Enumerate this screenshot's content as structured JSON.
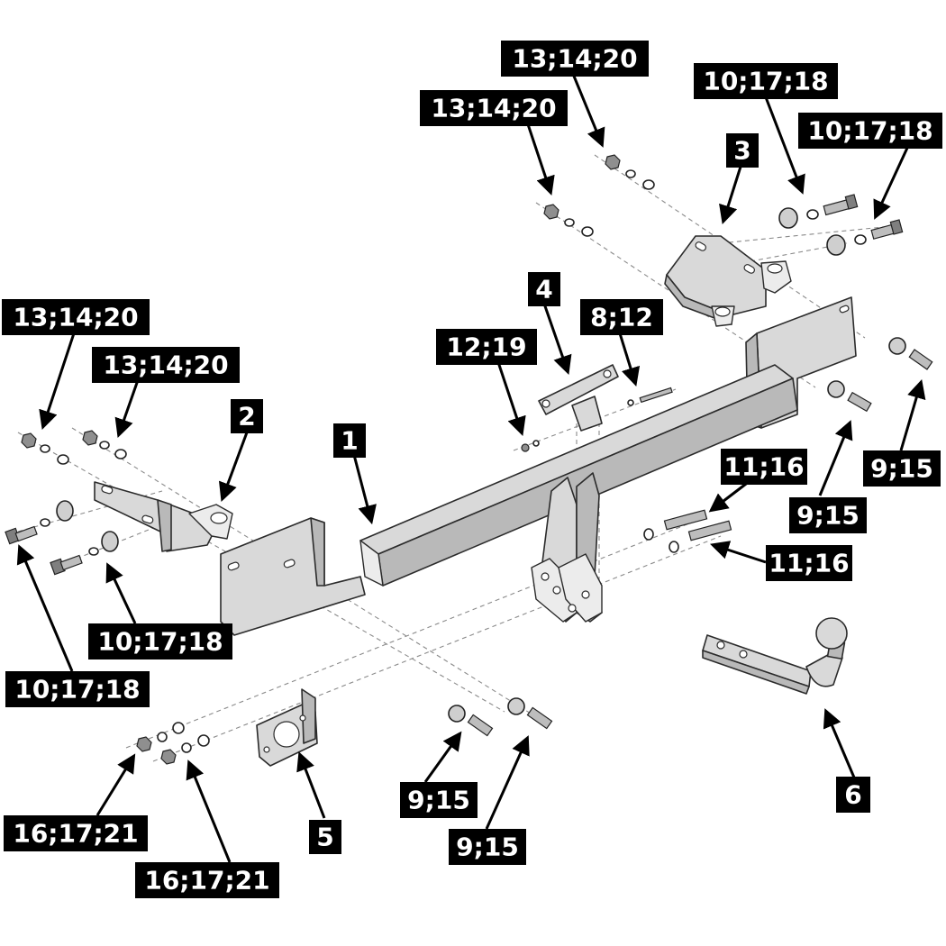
{
  "parts": [
    {
      "id": "part-1",
      "label": "1"
    },
    {
      "id": "part-2",
      "label": "2"
    },
    {
      "id": "part-3",
      "label": "3"
    },
    {
      "id": "part-4",
      "label": "4"
    },
    {
      "id": "part-5",
      "label": "5"
    },
    {
      "id": "part-6",
      "label": "6"
    }
  ],
  "callouts": [
    {
      "id": "c01",
      "label": "13;14;20"
    },
    {
      "id": "c02",
      "label": "13;14;20"
    },
    {
      "id": "c03",
      "label": "10;17;18"
    },
    {
      "id": "c04",
      "label": "10;17;18"
    },
    {
      "id": "c05",
      "label": "13;14;20"
    },
    {
      "id": "c06",
      "label": "13;14;20"
    },
    {
      "id": "c07",
      "label": "12;19"
    },
    {
      "id": "c08",
      "label": "8;12"
    },
    {
      "id": "c09",
      "label": "9;15"
    },
    {
      "id": "c10",
      "label": "9;15"
    },
    {
      "id": "c11",
      "label": "11;16"
    },
    {
      "id": "c12",
      "label": "11;16"
    },
    {
      "id": "c13",
      "label": "10;17;18"
    },
    {
      "id": "c14",
      "label": "10;17;18"
    },
    {
      "id": "c15",
      "label": "9;15"
    },
    {
      "id": "c16",
      "label": "9;15"
    },
    {
      "id": "c17",
      "label": "16;17;21"
    },
    {
      "id": "c18",
      "label": "16;17;21"
    }
  ]
}
